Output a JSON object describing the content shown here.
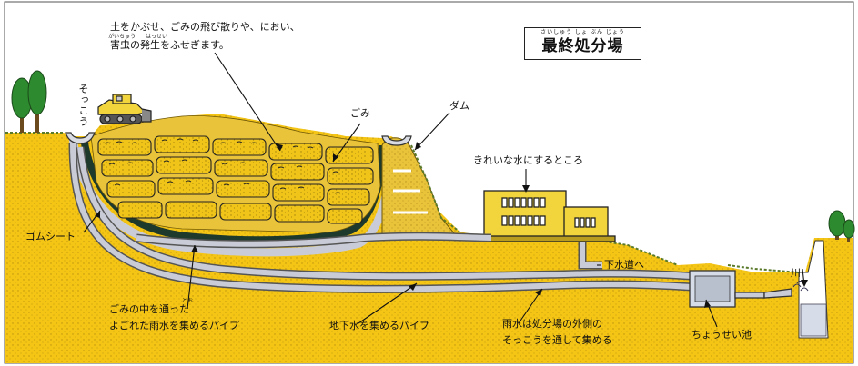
{
  "title": {
    "text": "最終処分場",
    "ruby": "さいしゅう しょ ぶん じょう"
  },
  "labels": {
    "cover_soil_line1": "土をかぶせ、ごみの飛び散りや、におい、",
    "cover_soil_line2": "害虫の発生をふせぎます。",
    "cover_soil_ruby1": "がいちゅう",
    "cover_soil_ruby2": "はっせい",
    "sokkou": "そっこう",
    "gomi": "ごみ",
    "dam": "ダム",
    "treatment_plant": "きれいな水にするところ",
    "rubber_sheet": "ゴムシート",
    "sewer": "下水道へ",
    "river": "川",
    "leachate_pipe_line1": "ごみの中を通った",
    "leachate_pipe_ruby": "とお",
    "leachate_pipe_line2": "よごれた雨水を集めるパイプ",
    "groundwater_pipe": "地下水を集めるパイプ",
    "rainwater_line1": "雨水は処分場の外側の",
    "rainwater_line2": "そっこうを通して集める",
    "adjust_pond": "ちょうせい池"
  },
  "colors": {
    "ground": "#F5C515",
    "ground_edge": "#9A7A10",
    "garbage_cell": "#F0C419",
    "cover_soil": "#E9C33A",
    "rubber_sheet": "#1E3A2C",
    "pipe": "#C9CCD6",
    "pipe_outline": "#555A66",
    "building": "#F2D43C",
    "tree": "#2E8A2E",
    "trunk": "#6B4A1E",
    "bulldozer": "#F2D43C",
    "water": "#D6DCE8"
  },
  "icons": [
    "tree-icon",
    "bulldozer-icon",
    "building-icon",
    "splash-icon"
  ]
}
